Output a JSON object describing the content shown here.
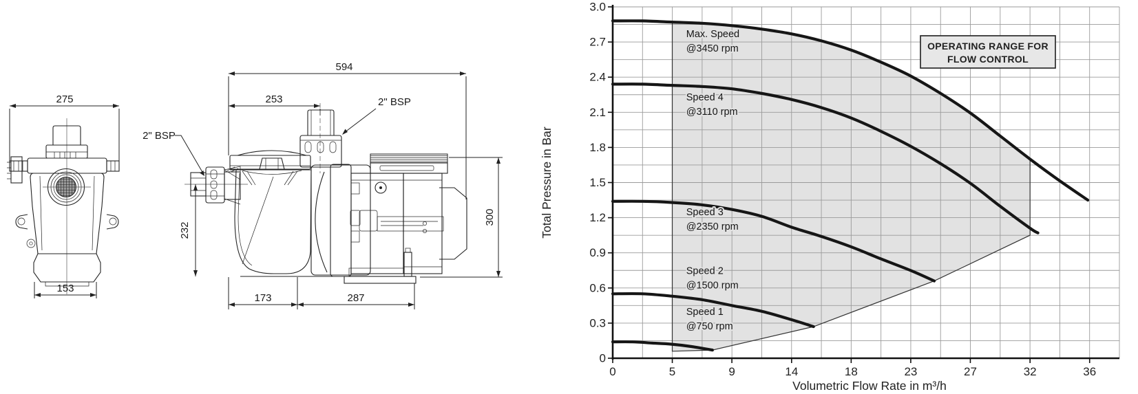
{
  "drawing": {
    "dims": {
      "front_width": "275",
      "front_base": "153",
      "side_total": "594",
      "side_upper": "253",
      "side_height_left": "232",
      "side_height_right": "300",
      "side_foot_left": "173",
      "side_foot_right": "287",
      "bsp_left": "2\" BSP",
      "bsp_top": "2\" BSP"
    }
  },
  "chart_data": {
    "type": "line",
    "title": "",
    "xlabel": "Volumetric Flow Rate in m³/h",
    "ylabel": "Total Pressure in Bar",
    "xlim": [
      0,
      38.61
    ],
    "ylim": [
      0,
      3.0
    ],
    "grid": {
      "x_max": 38.61,
      "y_max": 3.0,
      "x_minor_step": 2.2712,
      "y_minor_step": 0.15,
      "grid_on": true
    },
    "x_ticks": [
      {
        "x": 0,
        "label": "0"
      },
      {
        "x": 4.54,
        "label": "5"
      },
      {
        "x": 9.08,
        "label": "9"
      },
      {
        "x": 13.63,
        "label": "14"
      },
      {
        "x": 18.17,
        "label": "18"
      },
      {
        "x": 22.71,
        "label": "23"
      },
      {
        "x": 27.25,
        "label": "27"
      },
      {
        "x": 31.8,
        "label": "32"
      },
      {
        "x": 36.34,
        "label": "36"
      }
    ],
    "y_ticks": [
      {
        "y": 0,
        "label": "0"
      },
      {
        "y": 0.3,
        "label": "0.3"
      },
      {
        "y": 0.6,
        "label": "0.6"
      },
      {
        "y": 0.9,
        "label": "0.9"
      },
      {
        "y": 1.2,
        "label": "1.2"
      },
      {
        "y": 1.5,
        "label": "1.5"
      },
      {
        "y": 1.8,
        "label": "1.8"
      },
      {
        "y": 2.1,
        "label": "2.1"
      },
      {
        "y": 2.4,
        "label": "2.4"
      },
      {
        "y": 2.7,
        "label": "2.7"
      },
      {
        "y": 3.0,
        "label": "3.0"
      }
    ],
    "series": [
      {
        "name": "Max. Speed",
        "rpm": "@3450 rpm",
        "points": [
          [
            0,
            2.88
          ],
          [
            2.3,
            2.88
          ],
          [
            4.5,
            2.87
          ],
          [
            6.8,
            2.86
          ],
          [
            9.1,
            2.84
          ],
          [
            11.4,
            2.81
          ],
          [
            13.6,
            2.77
          ],
          [
            15.9,
            2.71
          ],
          [
            18.2,
            2.63
          ],
          [
            20.4,
            2.53
          ],
          [
            22.7,
            2.41
          ],
          [
            25,
            2.26
          ],
          [
            27.3,
            2.09
          ],
          [
            29.5,
            1.9
          ],
          [
            31.8,
            1.7
          ],
          [
            34,
            1.52
          ],
          [
            36.2,
            1.35
          ]
        ]
      },
      {
        "name": "Speed 4",
        "rpm": "@3110 rpm",
        "points": [
          [
            0,
            2.34
          ],
          [
            2.3,
            2.34
          ],
          [
            4.5,
            2.33
          ],
          [
            6.8,
            2.32
          ],
          [
            9.1,
            2.3
          ],
          [
            11.4,
            2.26
          ],
          [
            13.6,
            2.21
          ],
          [
            15.9,
            2.14
          ],
          [
            18.2,
            2.05
          ],
          [
            20.4,
            1.94
          ],
          [
            22.7,
            1.81
          ],
          [
            25,
            1.66
          ],
          [
            27.3,
            1.49
          ],
          [
            29.5,
            1.3
          ],
          [
            31.8,
            1.11
          ],
          [
            32.4,
            1.07
          ]
        ]
      },
      {
        "name": "Speed 3",
        "rpm": "@2350 rpm",
        "points": [
          [
            0,
            1.34
          ],
          [
            2.3,
            1.34
          ],
          [
            4.5,
            1.33
          ],
          [
            6.8,
            1.31
          ],
          [
            9.1,
            1.27
          ],
          [
            11.4,
            1.21
          ],
          [
            13.6,
            1.12
          ],
          [
            15.9,
            1.04
          ],
          [
            18.2,
            0.95
          ],
          [
            20.4,
            0.85
          ],
          [
            22.7,
            0.75
          ],
          [
            24.5,
            0.66
          ]
        ]
      },
      {
        "name": "Speed 2",
        "rpm": "@1500 rpm",
        "points": [
          [
            0,
            0.55
          ],
          [
            2.3,
            0.55
          ],
          [
            4.5,
            0.53
          ],
          [
            6.8,
            0.5
          ],
          [
            9.1,
            0.45
          ],
          [
            11.4,
            0.4
          ],
          [
            13.6,
            0.33
          ],
          [
            15.3,
            0.27
          ]
        ]
      },
      {
        "name": "Speed 1",
        "rpm": "@750 rpm",
        "points": [
          [
            0,
            0.14
          ],
          [
            1.5,
            0.14
          ],
          [
            3,
            0.13
          ],
          [
            4.5,
            0.12
          ],
          [
            6,
            0.1
          ],
          [
            7.6,
            0.07
          ]
        ]
      }
    ],
    "operating_range": {
      "label_lines": [
        "OPERATING RANGE FOR",
        "FLOW CONTROL"
      ],
      "x_min": 4.54,
      "x_max": 31.8,
      "right_y_bottom": 1.05,
      "boundary": [
        [
          31.8,
          1.05
        ],
        [
          24.5,
          0.66
        ],
        [
          15.3,
          0.27
        ],
        [
          7.6,
          0.07
        ],
        [
          4.54,
          0.06
        ]
      ]
    },
    "colors": {
      "curve": "#161616",
      "grid": "#9a9a9a",
      "region_fill": "#e2e2e2",
      "region_border": "#333333",
      "axis": "#111111",
      "text": "#222222",
      "box_fill": "#e7e7e7",
      "box_border": "#2a2a2a"
    },
    "legend_position": "labels-on-curves"
  }
}
